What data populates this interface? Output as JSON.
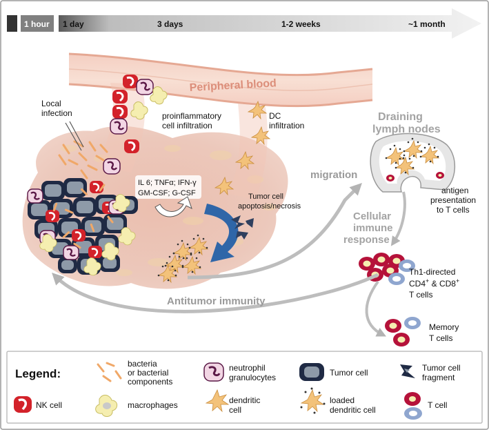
{
  "timeline": {
    "labels": [
      "1 hour",
      "1 day",
      "3 days",
      "1-2 weeks",
      "~1 month"
    ]
  },
  "diagram": {
    "peripheral_blood": "Peripheral blood",
    "local_infection": [
      "Local",
      "infection"
    ],
    "proinflammatory": [
      "proinflammatory",
      "cell infiltration"
    ],
    "dc_infiltration": [
      "DC",
      "infiltration"
    ],
    "cytokines": [
      "IL 6; TNFα; IFN-γ",
      "GM-CSF; G-CSF"
    ],
    "tumor_apoptosis": [
      "Tumor cell",
      "apoptosis/necrosis"
    ],
    "draining_lymph": [
      "Draining",
      "lymph nodes"
    ],
    "migration": "migration",
    "antigen_presentation": [
      "antigen",
      "presentation",
      "to T cells"
    ],
    "cellular_immune": [
      "Cellular",
      "immune",
      "response"
    ],
    "th1": {
      "line1": "Th1-directed",
      "cd4": "CD4",
      "plus1": "+",
      "and": " & CD8",
      "plus2": "+",
      "line3": "T cells"
    },
    "antitumor": "Antitumor immunity",
    "memory": [
      "Memory",
      "T cells"
    ]
  },
  "legend": {
    "title": "Legend:",
    "items": {
      "bacteria": [
        "bacteria",
        "or bacterial",
        "components"
      ],
      "neutrophil": [
        "neutrophil",
        "granulocytes"
      ],
      "tumor_cell": [
        "Tumor cell"
      ],
      "tumor_fragment": [
        "Tumor cell",
        "fragment"
      ],
      "nk_cell": [
        "NK cell"
      ],
      "macrophages": [
        "macrophages"
      ],
      "dendritic": [
        "dendritic",
        "cell"
      ],
      "loaded_dendritic": [
        "loaded",
        "dendritic cell"
      ],
      "t_cell": [
        "T cell"
      ]
    }
  },
  "colors": {
    "tumor_dark": "#1f2a44",
    "tumor_fill": "#8e9aa8",
    "nk_red": "#d3222a",
    "neutrophil_pink": "#f2d6e4",
    "neutrophil_purple": "#5a1846",
    "macrophage": "#f5eeb0",
    "dendritic": "#f3c27a",
    "tcell_red": "#b5123a",
    "tcell_blue": "#8fa6cf",
    "arrow_grey": "#b0b0b0",
    "arrow_blue": "#2f66a8"
  }
}
